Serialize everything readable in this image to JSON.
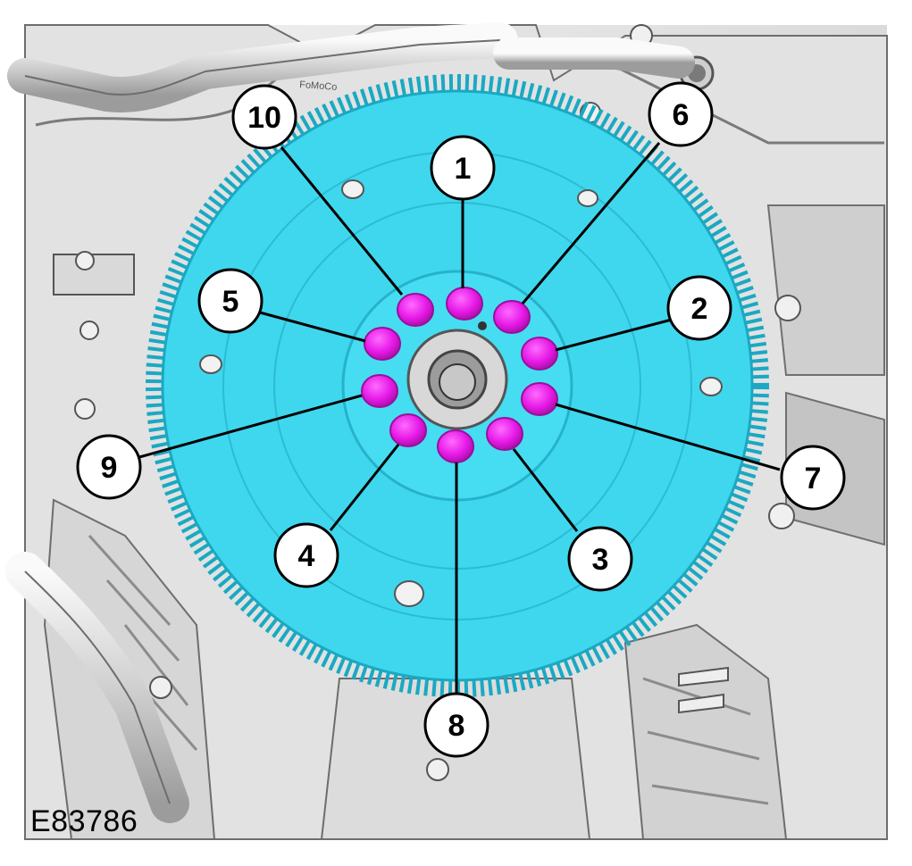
{
  "figure_id": "E83786",
  "engine_stamp": "FoMoCo",
  "colors": {
    "flywheel": "#3fd7ee",
    "flywheel_edge": "#1aa9c2",
    "bolt": "#e619e6",
    "bolt_edge": "#9a0f9a",
    "engine": "#e6e6e6",
    "engine_shadow": "#8a8a8a",
    "callout_fill": "#ffffff",
    "callout_stroke": "#000000"
  },
  "callouts": [
    {
      "label": "1"
    },
    {
      "label": "2"
    },
    {
      "label": "3"
    },
    {
      "label": "4"
    },
    {
      "label": "5"
    },
    {
      "label": "6"
    },
    {
      "label": "7"
    },
    {
      "label": "8"
    },
    {
      "label": "9"
    },
    {
      "label": "10"
    }
  ]
}
